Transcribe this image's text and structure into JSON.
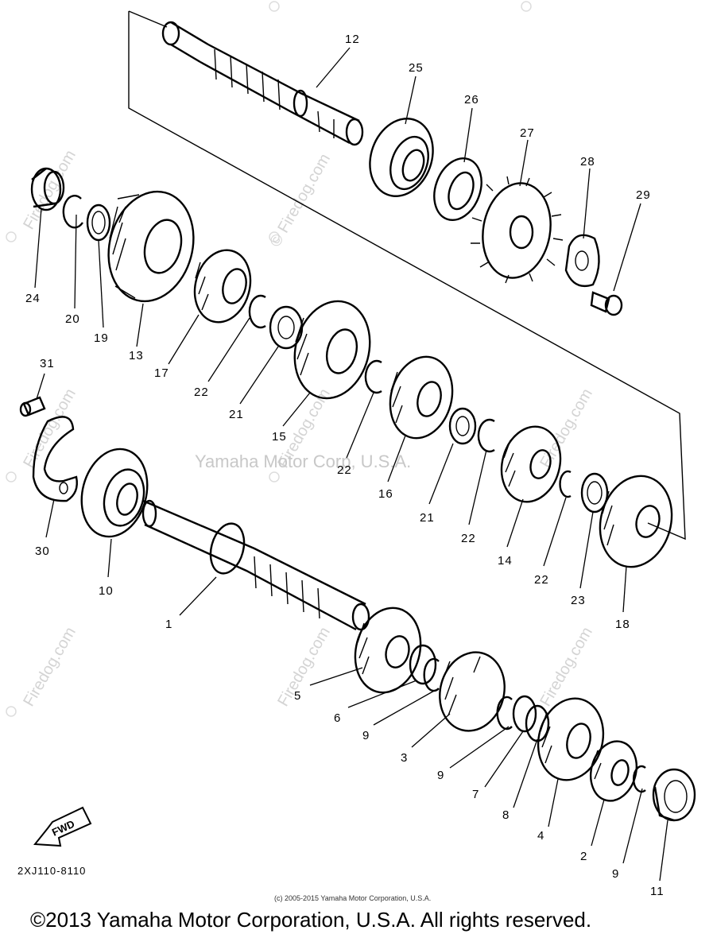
{
  "diagram": {
    "part_labels": [
      "12",
      "25",
      "26",
      "27",
      "28",
      "29",
      "24",
      "20",
      "19",
      "13",
      "17",
      "22",
      "21",
      "15",
      "22",
      "16",
      "21",
      "22",
      "14",
      "22",
      "23",
      "18",
      "31",
      "30",
      "10",
      "1",
      "5",
      "6",
      "9",
      "3",
      "9",
      "7",
      "8",
      "4",
      "2",
      "9",
      "11"
    ],
    "fwd_label": "FWD",
    "part_number": "2XJ110-8110"
  },
  "watermarks": {
    "center": "Yamaha Motor Corp, U.S.A.",
    "site": "© Firedog.com",
    "site_short": "Firedog.com"
  },
  "footer": {
    "small": "(c) 2005-2015 Yamaha Motor Corporation, U.S.A.",
    "main": "©2013 Yamaha Motor Corporation, U.S.A. All rights reserved."
  }
}
